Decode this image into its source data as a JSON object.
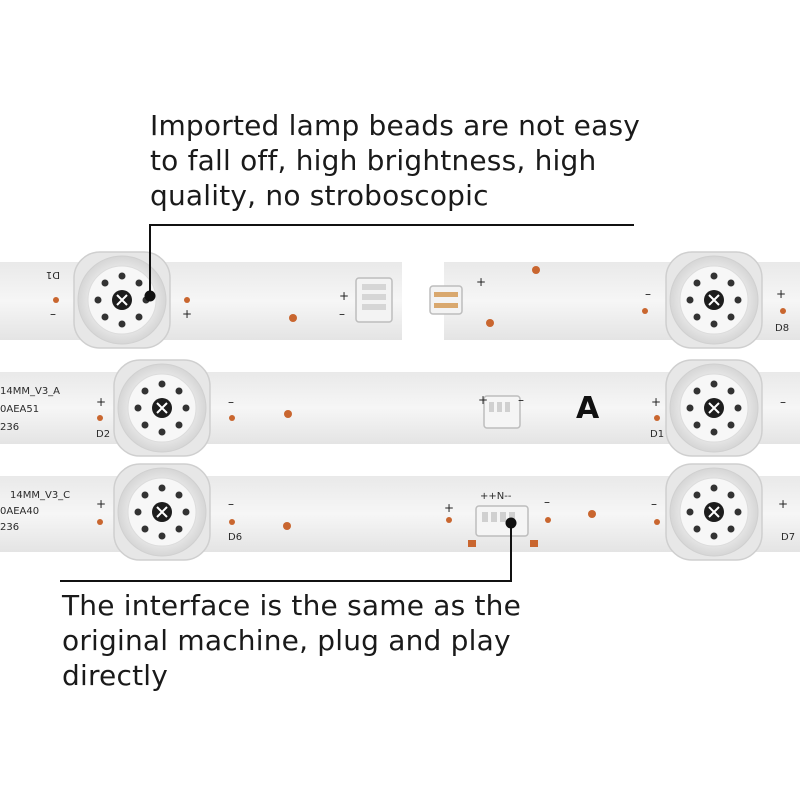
{
  "captions": {
    "top": {
      "lines": [
        "Imported lamp beads are not easy",
        "to fall off, high brightness, high",
        "quality, no stroboscopic"
      ]
    },
    "bottom": {
      "lines": [
        "The interface is the same as the",
        "original machine, plug and play",
        "directly"
      ]
    }
  },
  "strips": {
    "strip_a_label": "A",
    "strip_a_model": "14MM_V3_A",
    "strip_a_code": "0AEA51",
    "strip_a_date": "236",
    "strip_c_model": "14MM_V3_C",
    "strip_c_code": "0AEA40",
    "strip_c_date": "236",
    "connector_pins": "++N--",
    "led_labels": {
      "top_left": "D1",
      "top_right": "D8",
      "middle_left": "D2",
      "middle_right": "D1",
      "bottom_left": "D6",
      "bottom_right": "D7"
    },
    "plus": "+",
    "minus": "–"
  },
  "colors": {
    "strip": "#f2f2f2",
    "strip_edge": "#d6d6d6",
    "pad": "#c9662f",
    "text": "#1a1a1a",
    "callout_line": "#111111"
  }
}
